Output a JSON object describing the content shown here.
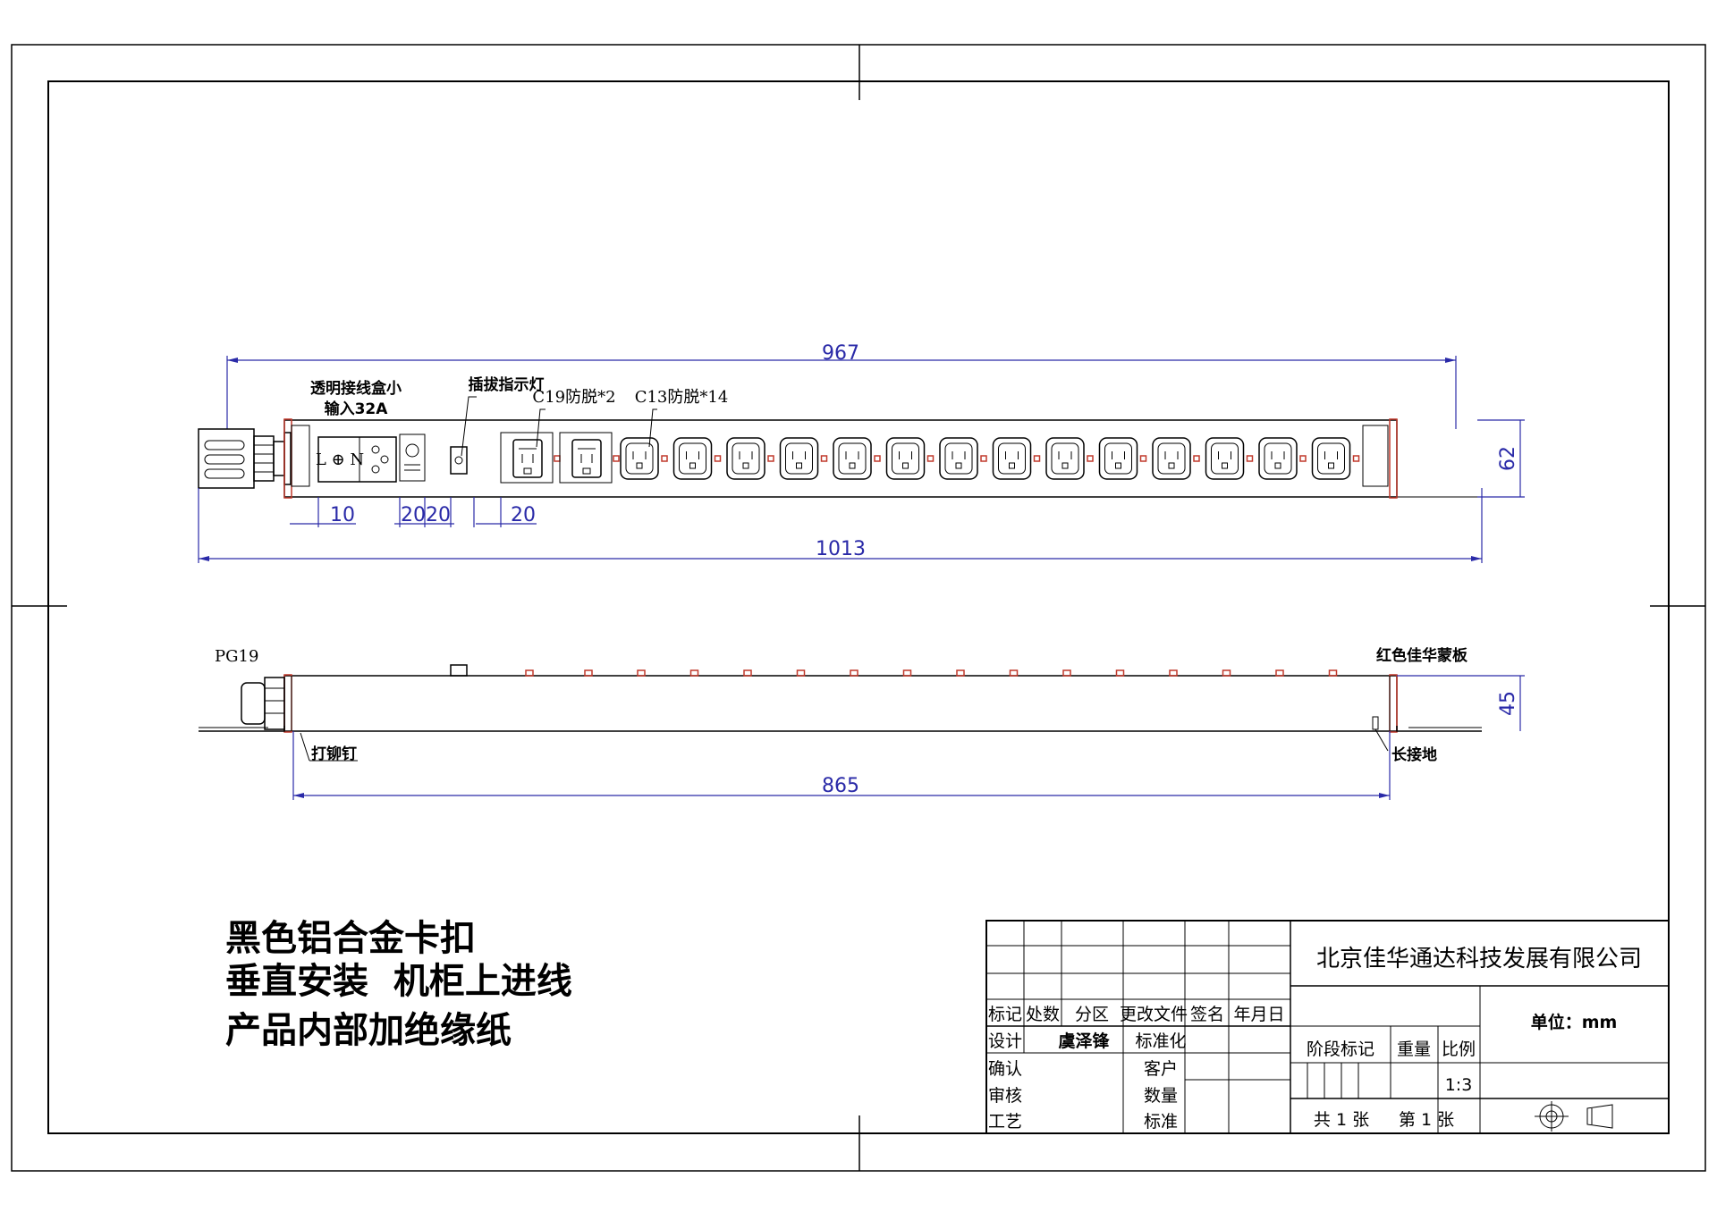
{
  "front_view": {
    "callouts": {
      "junction_box_line1": "透明接线盒小",
      "junction_box_line2": "输入32A",
      "indicator": "插拔指示灯",
      "c19": "C19防脱*2",
      "c13": "C13防脱*14"
    },
    "dims": {
      "top": "967",
      "bottom": "1013",
      "height": "62",
      "d10": "10",
      "d2020": "2020",
      "d20": "20"
    },
    "outlets": {
      "c19_count": 2,
      "c13_count": 14
    }
  },
  "side_view": {
    "callouts": {
      "gland": "PG19",
      "faceplate": "红色佳华蒙板",
      "rivet": "打铆钉",
      "ground": "长接地"
    },
    "dims": {
      "length": "865",
      "height": "45"
    }
  },
  "notes": [
    "黑色铝合金卡扣",
    "垂直安装  机柜上进线",
    "产品内部加绝缘纸"
  ],
  "title_block": {
    "company": "北京佳华通达科技发展有限公司",
    "headers": [
      "标记",
      "处数",
      "分区",
      "更改文件",
      "签名",
      "年月日"
    ],
    "row_design": {
      "label": "设计",
      "name": "虞泽锋",
      "std": "标准化"
    },
    "left_labels": [
      "确认",
      "审核",
      "工艺"
    ],
    "right_labels": [
      "客户",
      "数量",
      "标准"
    ],
    "stage_mark": "阶段标记",
    "weight": "重量",
    "scale_label": "比例",
    "scale": "1:3",
    "unit": "单位：mm",
    "sheets_total": "共 1 张",
    "sheet_no": "第 1 张"
  },
  "colors": {
    "dimension": "#2a2aa8",
    "accent_red": "#c0392b"
  }
}
